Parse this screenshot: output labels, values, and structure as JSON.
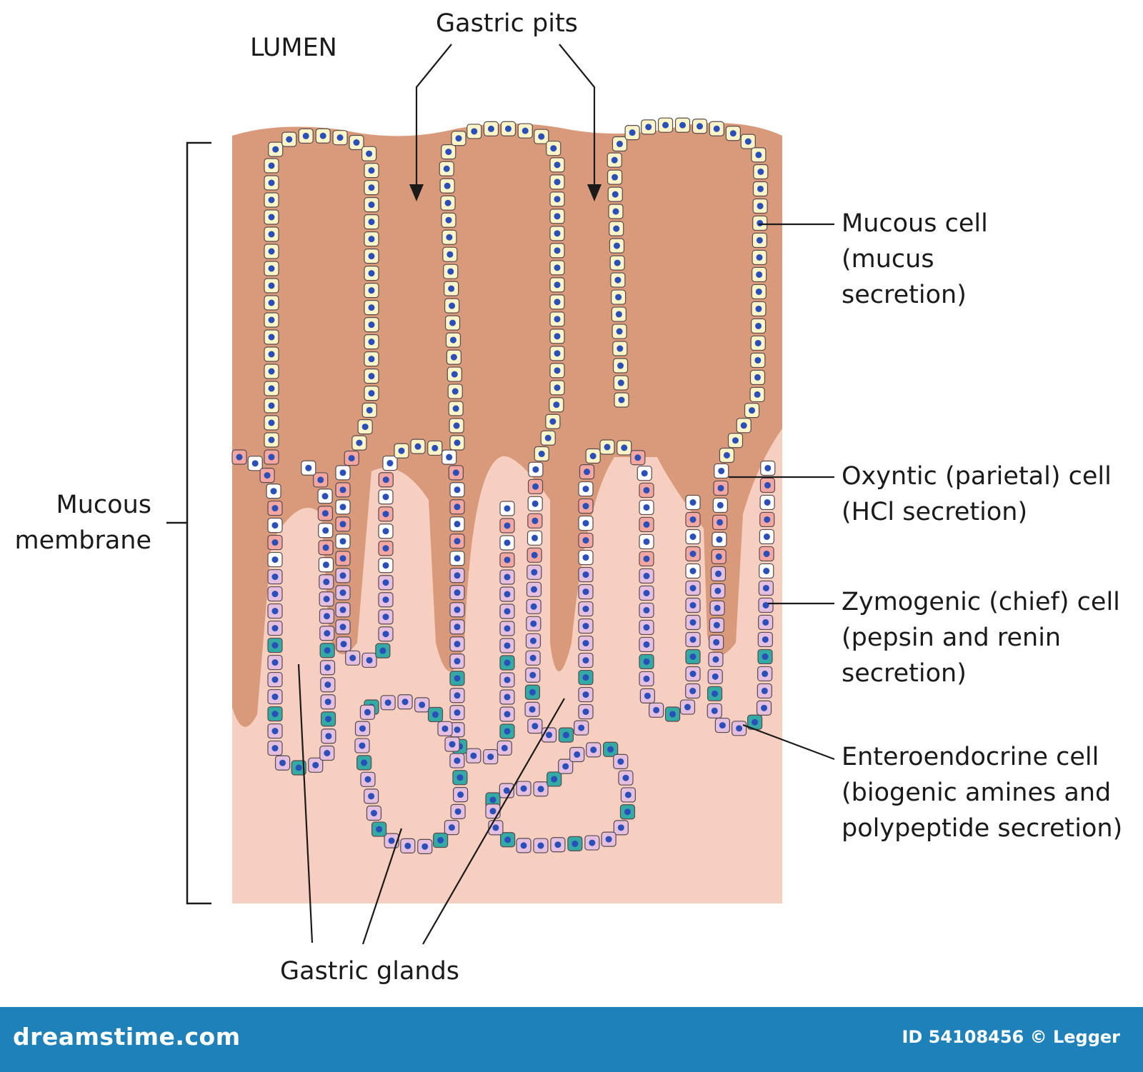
{
  "labels": {
    "lumen": "LUMEN",
    "gastric_pits": "Gastric pits",
    "mucous_membrane": [
      "Mucous",
      "membrane"
    ],
    "mucous_cell": [
      "Mucous cell",
      "(mucus",
      "secretion)"
    ],
    "oxyntic_cell": [
      "Oxyntic (parietal) cell",
      "(HCl secretion)"
    ],
    "zymogenic_cell": [
      "Zymogenic (chief) cell",
      "(pepsin and renin",
      "secretion)"
    ],
    "enteroendocrine_cell": [
      "Enteroendocrine cell",
      "(biogenic amines and",
      "polypeptide secretion)"
    ],
    "gastric_glands": "Gastric glands"
  },
  "footer": {
    "logo": "dreamstime.com",
    "credit": "ID 54108456 © Legger"
  },
  "colors": {
    "lamina_propria": "#f6cfc0",
    "tissue_dark": "#d99a7c",
    "mucous_cell": "#fbf4c8",
    "oxyntic_cell": "#f3a7a2",
    "zymogenic_cell": "#e4bfe0",
    "enteroendocrine_cell": "#33aaa6",
    "nucleus": "#2a4fb8",
    "footer_bar": "#1f81b9"
  }
}
